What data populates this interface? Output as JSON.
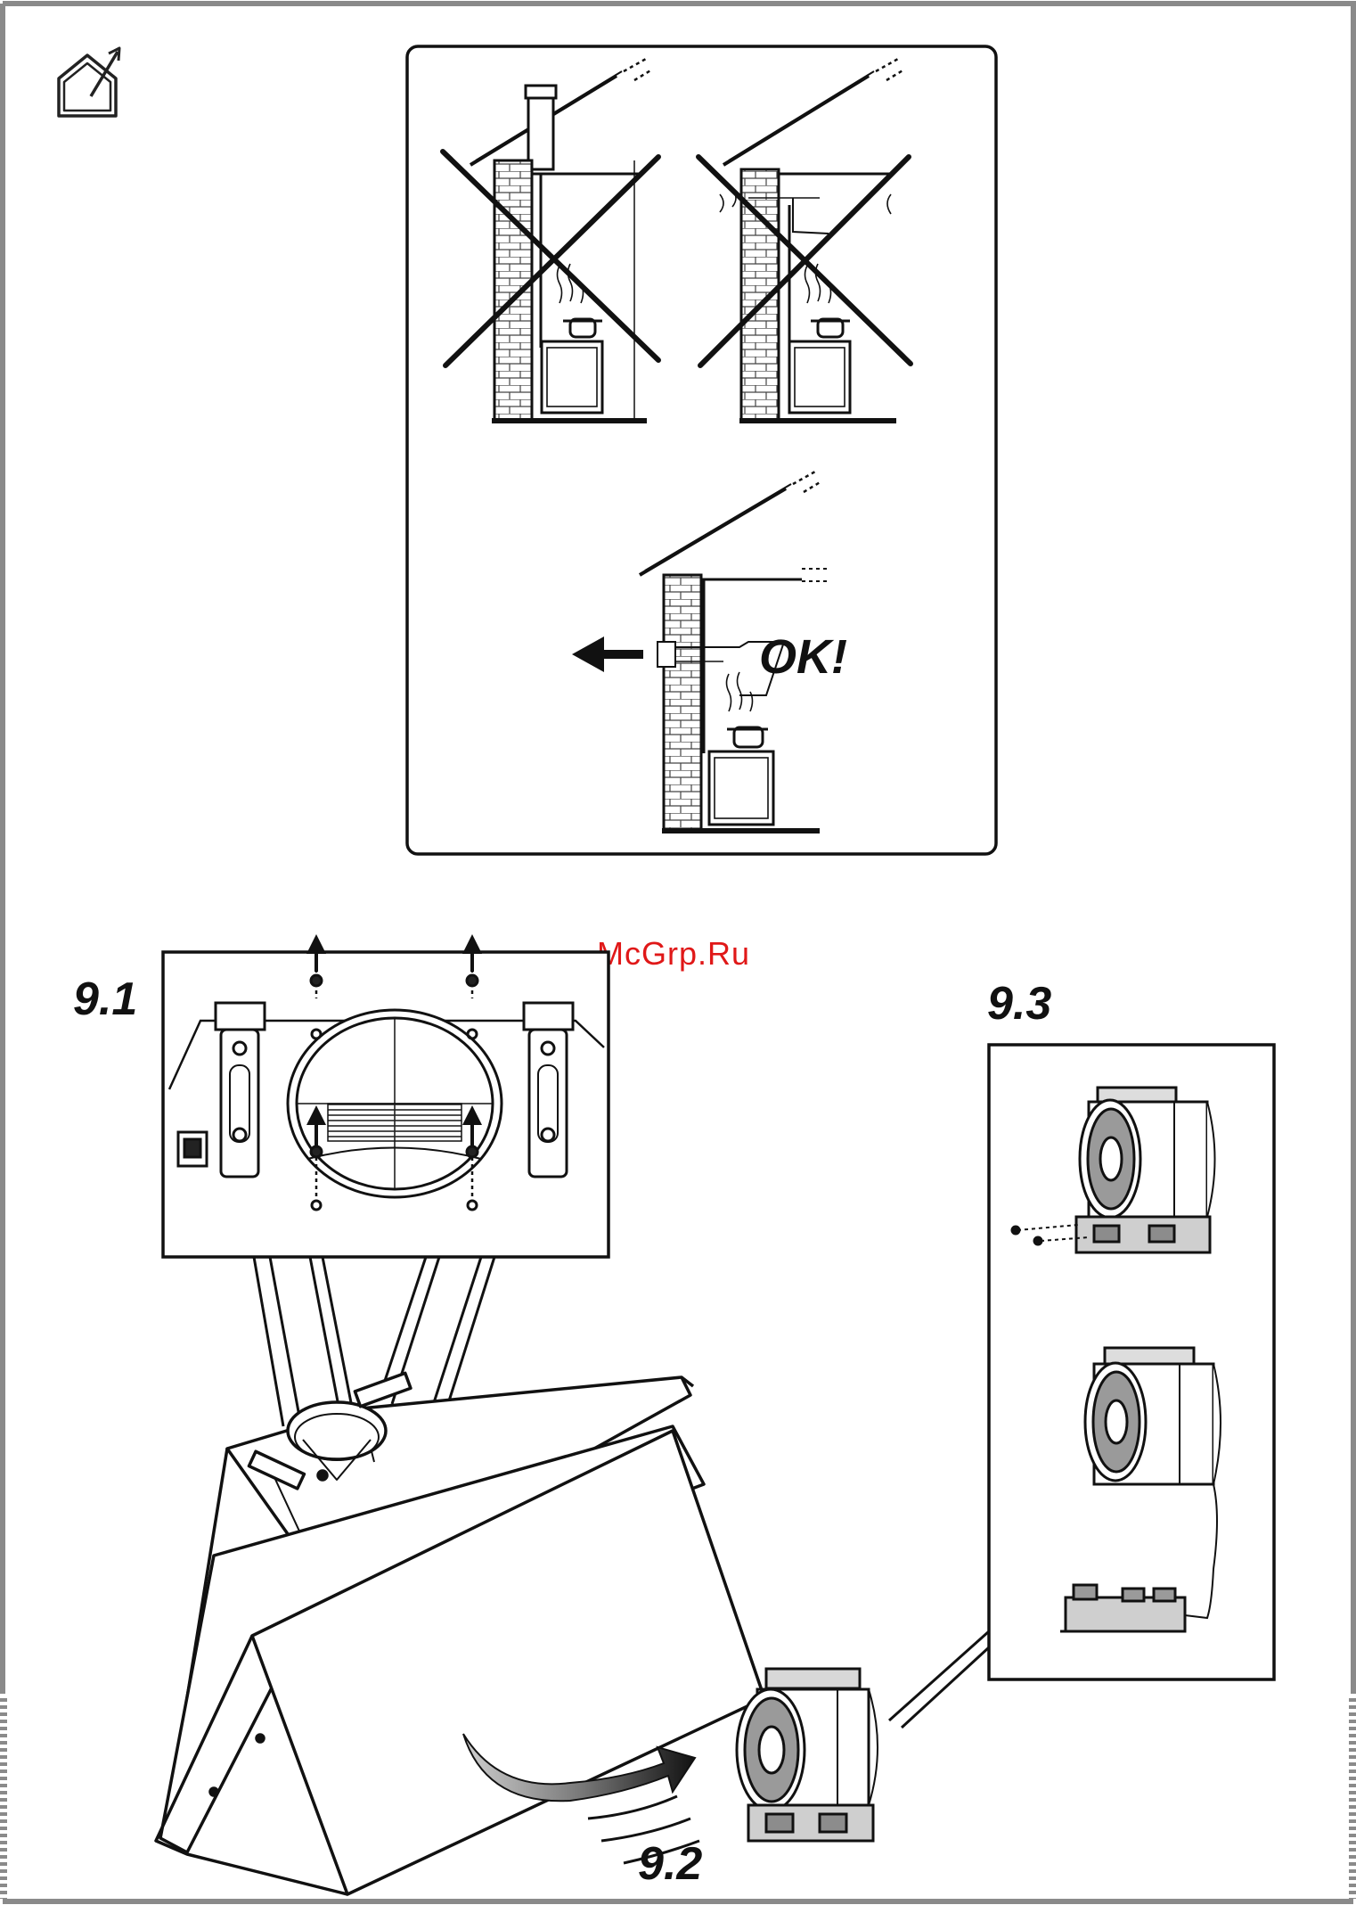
{
  "labels": {
    "ok": "OK!",
    "step_9_1": "9.1",
    "step_9_2": "9.2",
    "step_9_3": "9.3"
  },
  "watermark": "McGrp.Ru",
  "icons": {
    "corner": "house-outlet-icon",
    "wrong": "cross-icon",
    "direction": "arrow-left-icon"
  },
  "colors": {
    "line": "#111111",
    "border": "#8a8a8a",
    "watermark": "#e01818",
    "shade": "#7a7a7a"
  }
}
